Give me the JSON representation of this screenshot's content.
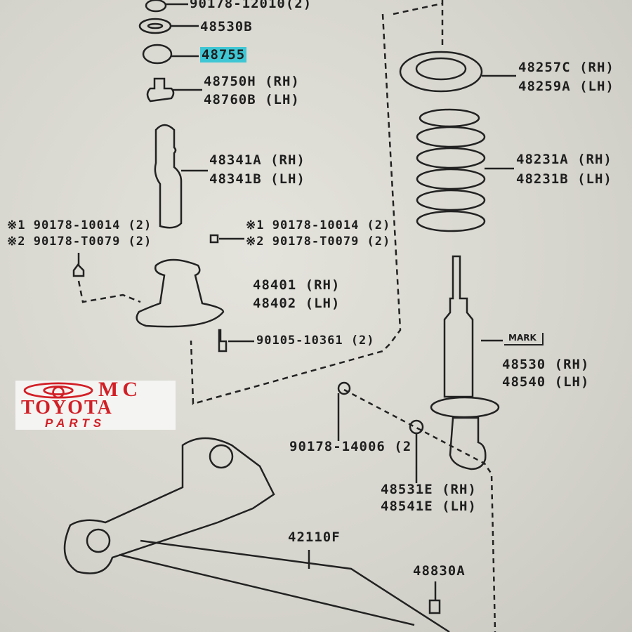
{
  "labels": {
    "top_bolt": "90178-12010(2)",
    "p48530b": "48530B",
    "p48755": "48755",
    "bump_rh": "48750H (RH)",
    "bump_lh": "48760B (LH)",
    "boot_rh": "48341A (RH)",
    "boot_lh": "48341B (LH)",
    "left_nut1": "※1 90178-10014 (2)",
    "left_nut2": "※2 90178-T0079 (2)",
    "right_nut1": "※1 90178-10014 (2)",
    "right_nut2": "※2 90178-T0079 (2)",
    "support_rh": "48401 (RH)",
    "support_lh": "48402 (LH)",
    "support_bolt": "90105-10361 (2)",
    "insulator_rh": "48257C (RH)",
    "insulator_lh": "48259A (LH)",
    "spring_rh": "48231A (RH)",
    "spring_lh": "48231B (LH)",
    "mark": "MARK",
    "absorber_rh": "48530 (RH)",
    "absorber_lh": "48540 (LH)",
    "nut_lower": "90178-14006 (2",
    "bushing_rh": "48531E (RH)",
    "bushing_lh": "48541E (LH)",
    "axle_beam": "42110F",
    "bracket": "48830A"
  },
  "logo": {
    "line1": "MC",
    "line2": "TOYOTA",
    "line3": "PARTS"
  },
  "colors": {
    "highlight": "#3fc6d4",
    "logo_red": "#d21f26"
  }
}
